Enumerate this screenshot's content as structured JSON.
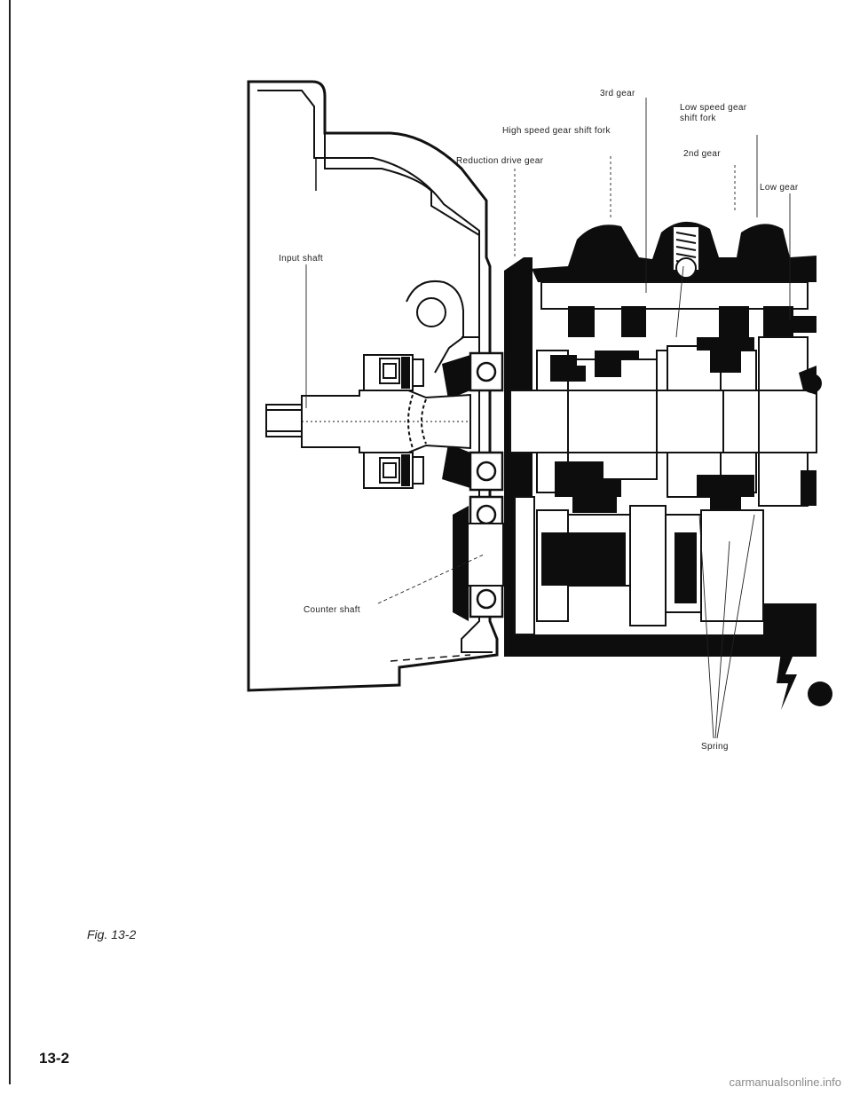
{
  "labels": {
    "third_gear": "3rd gear",
    "low_speed_fork": "Low speed gear\nshift fork",
    "high_speed_fork": "High speed gear shift fork",
    "second_gear": "2nd gear",
    "reduction_gear": "Reduction drive gear",
    "low_gear": "Low gear",
    "input_shaft": "Input shaft",
    "counter_shaft": "Counter shaft",
    "spring": "Spring"
  },
  "caption": "Fig. 13-2",
  "page_number": "13-2",
  "footer": "carmanualsonline.info"
}
